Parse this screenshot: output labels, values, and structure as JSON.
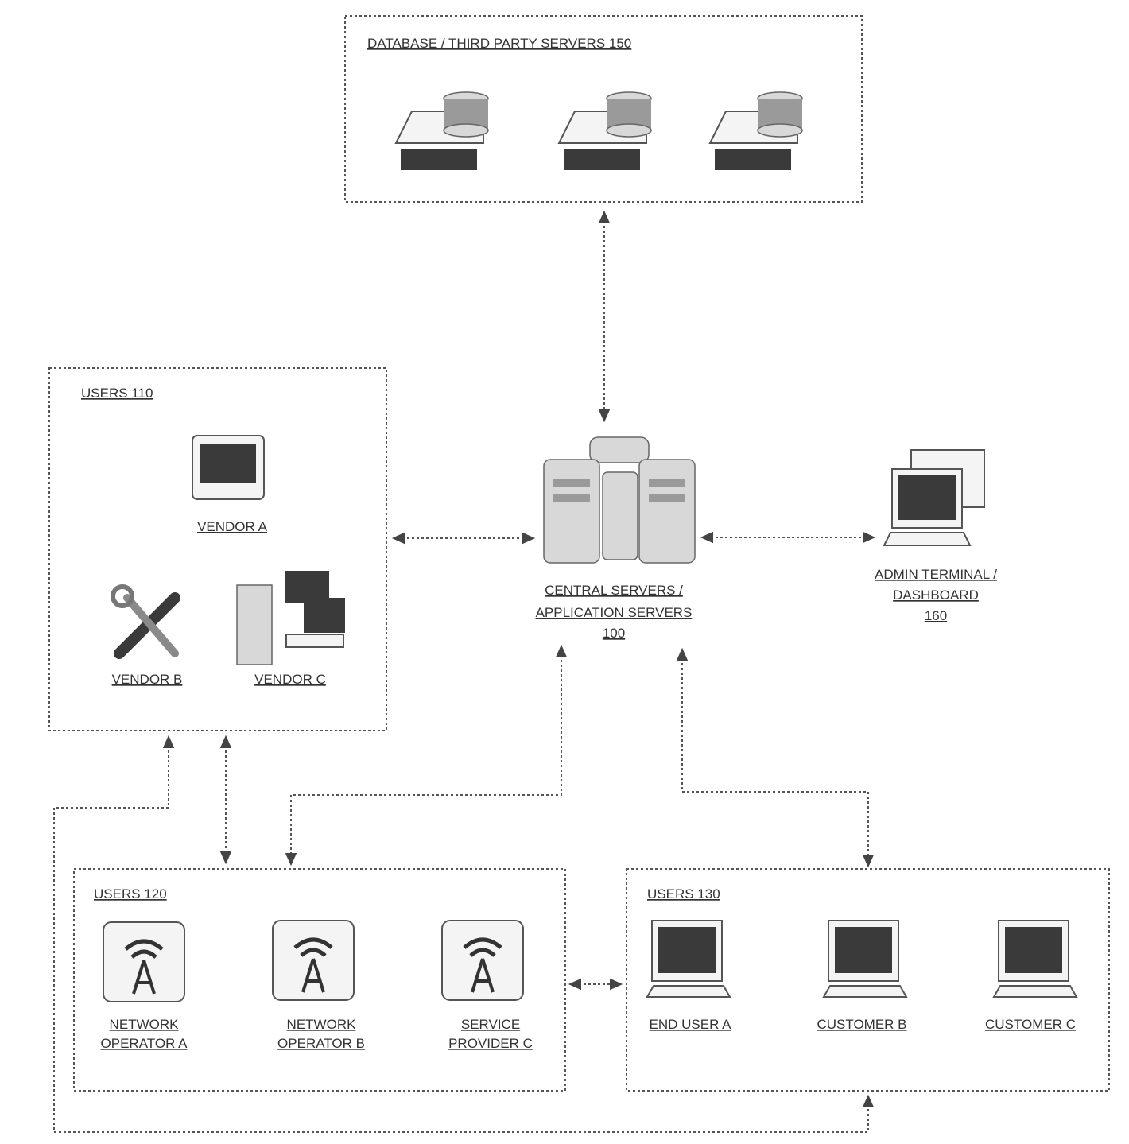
{
  "nodes": {
    "database_box": "DATABASE / THIRD PARTY SERVERS 150",
    "users_top_box": "USERS 110",
    "users_bottom_left_box": "USERS 120",
    "users_bottom_right_box": "USERS 130",
    "central_line1": "CENTRAL SERVERS /",
    "central_line2": "APPLICATION SERVERS",
    "central_line3": "100",
    "admin_line1": "ADMIN TERMINAL /",
    "admin_line2": "DASHBOARD",
    "admin_line3": "160",
    "vendor_a": "VENDOR A",
    "vendor_b": "VENDOR B",
    "vendor_c": "VENDOR C",
    "net_op_a_line1": "NETWORK",
    "net_op_a_line2": "OPERATOR A",
    "net_op_b_line1": "NETWORK",
    "net_op_b_line2": "OPERATOR B",
    "sp_c_line1": "SERVICE",
    "sp_c_line2": "PROVIDER C",
    "end_user_a": "END USER A",
    "customer_b": "CUSTOMER B",
    "customer_c": "CUSTOMER C"
  }
}
